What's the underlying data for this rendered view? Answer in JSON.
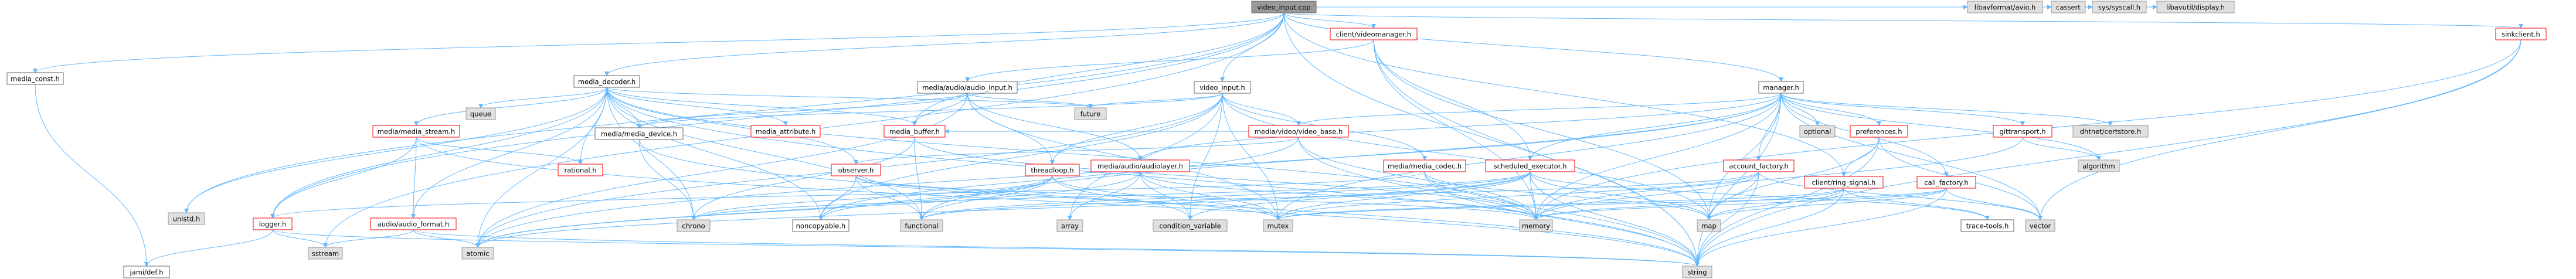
{
  "colors": {
    "edge": "#63b8ff",
    "root_fill": "#999999",
    "root_stroke": "#666666",
    "normal_fill": "#ffffff",
    "normal_stroke": "#666666",
    "linked_stroke": "#ff0000",
    "external_fill": "#e0e0e0",
    "external_stroke": "#999999"
  },
  "nodes": [
    {
      "id": "video_input_cpp",
      "label": "video_input.cpp",
      "kind": "root"
    },
    {
      "id": "media_const_h",
      "label": "media_const.h",
      "kind": "normal"
    },
    {
      "id": "jami_def_h",
      "label": "jami/def.h",
      "kind": "normal"
    },
    {
      "id": "media_decoder_h",
      "label": "media_decoder.h",
      "kind": "normal"
    },
    {
      "id": "queue",
      "label": "queue",
      "kind": "external"
    },
    {
      "id": "media_media_stream_h",
      "label": "media/media_stream.h",
      "kind": "linked"
    },
    {
      "id": "media_media_device_h",
      "label": "media/media_device.h",
      "kind": "normal"
    },
    {
      "id": "media_attribute_h",
      "label": "media_attribute.h",
      "kind": "linked"
    },
    {
      "id": "media_buffer_h",
      "label": "media_buffer.h",
      "kind": "linked"
    },
    {
      "id": "rational_h",
      "label": "rational.h",
      "kind": "linked"
    },
    {
      "id": "observer_h",
      "label": "observer.h",
      "kind": "linked"
    },
    {
      "id": "logger_h",
      "label": "logger.h",
      "kind": "linked"
    },
    {
      "id": "audio_audio_format_h",
      "label": "audio/audio_format.h",
      "kind": "linked"
    },
    {
      "id": "unistd_h",
      "label": "unistd.h",
      "kind": "external"
    },
    {
      "id": "sstream",
      "label": "sstream",
      "kind": "external"
    },
    {
      "id": "atomic",
      "label": "atomic",
      "kind": "external"
    },
    {
      "id": "chrono",
      "label": "chrono",
      "kind": "external"
    },
    {
      "id": "noncopyable_h",
      "label": "noncopyable.h",
      "kind": "normal"
    },
    {
      "id": "functional",
      "label": "functional",
      "kind": "external"
    },
    {
      "id": "media_audio_audio_input_h",
      "label": "media/audio/audio_input.h",
      "kind": "normal"
    },
    {
      "id": "future",
      "label": "future",
      "kind": "external"
    },
    {
      "id": "threadloop_h",
      "label": "threadloop.h",
      "kind": "linked"
    },
    {
      "id": "media_audio_audiolayer_h",
      "label": "media/audio/audiolayer.h",
      "kind": "linked"
    },
    {
      "id": "array",
      "label": "array",
      "kind": "external"
    },
    {
      "id": "condition_variable",
      "label": "condition_variable",
      "kind": "external"
    },
    {
      "id": "mutex",
      "label": "mutex",
      "kind": "external"
    },
    {
      "id": "video_input_h",
      "label": "video_input.h",
      "kind": "normal"
    },
    {
      "id": "media_video_video_base_h",
      "label": "media/video/video_base.h",
      "kind": "linked"
    },
    {
      "id": "media_media_codec_h",
      "label": "media/media_codec.h",
      "kind": "linked"
    },
    {
      "id": "client_videomanager_h",
      "label": "client/videomanager.h",
      "kind": "linked"
    },
    {
      "id": "scheduled_executor_h",
      "label": "scheduled_executor.h",
      "kind": "linked"
    },
    {
      "id": "memory",
      "label": "memory",
      "kind": "external"
    },
    {
      "id": "string",
      "label": "string",
      "kind": "external"
    },
    {
      "id": "map",
      "label": "map",
      "kind": "external"
    },
    {
      "id": "manager_h",
      "label": "manager.h",
      "kind": "normal"
    },
    {
      "id": "optional",
      "label": "optional",
      "kind": "external"
    },
    {
      "id": "account_factory_h",
      "label": "account_factory.h",
      "kind": "linked"
    },
    {
      "id": "preferences_h",
      "label": "preferences.h",
      "kind": "linked"
    },
    {
      "id": "clientring_signal_h",
      "label": "client/ring_signal.h",
      "kind": "linked"
    },
    {
      "id": "call_factory_h",
      "label": "call_factory.h",
      "kind": "linked"
    },
    {
      "id": "trace_tools_h",
      "label": "trace-tools.h",
      "kind": "normal"
    },
    {
      "id": "vector",
      "label": "vector",
      "kind": "external"
    },
    {
      "id": "gittransport_h",
      "label": "gittransport.h",
      "kind": "linked"
    },
    {
      "id": "dhtnet_certstore_h",
      "label": "dhtnet/certstore.h",
      "kind": "external"
    },
    {
      "id": "algorithm",
      "label": "algorithm",
      "kind": "external"
    },
    {
      "id": "sinkclient_h",
      "label": "sinkclient.h",
      "kind": "linked"
    },
    {
      "id": "libavformat_avio_h",
      "label": "libavformat/avio.h",
      "kind": "external"
    },
    {
      "id": "cassert",
      "label": "cassert",
      "kind": "external"
    },
    {
      "id": "sys_syscall_h",
      "label": "sys/syscall.h",
      "kind": "external"
    },
    {
      "id": "libavutil_display_h",
      "label": "libavutil/display.h",
      "kind": "external"
    }
  ],
  "edges": [
    [
      "video_input_cpp",
      "media_const_h"
    ],
    [
      "video_input_cpp",
      "media_decoder_h"
    ],
    [
      "video_input_cpp",
      "media_buffer_h"
    ],
    [
      "video_input_cpp",
      "video_input_h"
    ],
    [
      "video_input_cpp",
      "client_videomanager_h"
    ],
    [
      "video_input_cpp",
      "manager_h"
    ],
    [
      "video_input_cpp",
      "clientring_signal_h"
    ],
    [
      "video_input_cpp",
      "sinkclient_h"
    ],
    [
      "video_input_cpp",
      "logger_h"
    ],
    [
      "video_input_cpp",
      "unistd_h"
    ],
    [
      "video_input_cpp",
      "sstream"
    ],
    [
      "video_input_cpp",
      "libavformat_avio_h"
    ],
    [
      "video_input_cpp",
      "cassert"
    ],
    [
      "video_input_cpp",
      "sys_syscall_h"
    ],
    [
      "video_input_cpp",
      "libavutil_display_h"
    ],
    [
      "video_input_cpp",
      "string"
    ],
    [
      "media_const_h",
      "jami_def_h"
    ],
    [
      "media_decoder_h",
      "queue"
    ],
    [
      "media_decoder_h",
      "media_media_stream_h"
    ],
    [
      "media_decoder_h",
      "media_media_device_h"
    ],
    [
      "media_decoder_h",
      "media_attribute_h"
    ],
    [
      "media_decoder_h",
      "media_buffer_h"
    ],
    [
      "media_decoder_h",
      "rational_h"
    ],
    [
      "media_decoder_h",
      "observer_h"
    ],
    [
      "media_decoder_h",
      "logger_h"
    ],
    [
      "media_decoder_h",
      "audio_audio_format_h"
    ],
    [
      "media_decoder_h",
      "unistd_h"
    ],
    [
      "media_decoder_h",
      "chrono"
    ],
    [
      "media_decoder_h",
      "noncopyable_h"
    ],
    [
      "media_decoder_h",
      "functional"
    ],
    [
      "media_decoder_h",
      "future"
    ],
    [
      "media_decoder_h",
      "atomic"
    ],
    [
      "media_decoder_h",
      "string"
    ],
    [
      "media_decoder_h",
      "memory"
    ],
    [
      "media_media_stream_h",
      "rational_h"
    ],
    [
      "media_media_stream_h",
      "logger_h"
    ],
    [
      "media_media_stream_h",
      "audio_audio_format_h"
    ],
    [
      "media_media_stream_h",
      "string"
    ],
    [
      "media_media_device_h",
      "chrono"
    ],
    [
      "media_media_device_h",
      "string"
    ],
    [
      "media_buffer_h",
      "chrono"
    ],
    [
      "media_buffer_h",
      "memory"
    ],
    [
      "media_buffer_h",
      "functional"
    ],
    [
      "observer_h",
      "functional"
    ],
    [
      "observer_h",
      "noncopyable_h"
    ],
    [
      "observer_h",
      "memory"
    ],
    [
      "observer_h",
      "mutex"
    ],
    [
      "observer_h",
      "set_dummy"
    ],
    [
      "logger_h",
      "jami_def_h"
    ],
    [
      "logger_h",
      "sstream"
    ],
    [
      "logger_h",
      "string"
    ],
    [
      "audio_audio_format_h",
      "sstream"
    ],
    [
      "audio_audio_format_h",
      "string"
    ],
    [
      "audio_audio_format_h",
      "atomic"
    ],
    [
      "media_audio_audio_input_h",
      "future"
    ],
    [
      "media_audio_audio_input_h",
      "threadloop_h"
    ],
    [
      "media_audio_audio_input_h",
      "media_buffer_h"
    ],
    [
      "media_audio_audio_input_h",
      "media_media_device_h"
    ],
    [
      "media_audio_audio_input_h",
      "media_audio_audiolayer_h"
    ],
    [
      "media_audio_audio_input_h",
      "mutex"
    ],
    [
      "media_audio_audio_input_h",
      "atomic"
    ],
    [
      "threadloop_h",
      "functional"
    ],
    [
      "threadloop_h",
      "atomic"
    ],
    [
      "threadloop_h",
      "condition_variable"
    ],
    [
      "threadloop_h",
      "mutex"
    ],
    [
      "threadloop_h",
      "chrono"
    ],
    [
      "threadloop_h",
      "noncopyable_h"
    ],
    [
      "media_audio_audiolayer_h",
      "array"
    ],
    [
      "media_audio_audiolayer_h",
      "condition_variable"
    ],
    [
      "media_audio_audiolayer_h",
      "mutex"
    ],
    [
      "media_audio_audiolayer_h",
      "atomic"
    ],
    [
      "media_audio_audiolayer_h",
      "memory"
    ],
    [
      "video_input_h",
      "noncopyable_h"
    ],
    [
      "video_input_h",
      "future"
    ],
    [
      "video_input_h",
      "media_video_video_base_h"
    ],
    [
      "video_input_h",
      "media_media_device_h"
    ],
    [
      "video_input_h",
      "media_media_codec_h"
    ],
    [
      "video_input_h",
      "threadloop_h"
    ],
    [
      "video_input_h",
      "map"
    ],
    [
      "video_input_h",
      "atomic"
    ],
    [
      "video_input_h",
      "mutex"
    ],
    [
      "video_input_h",
      "condition_variable"
    ],
    [
      "video_input_h",
      "array"
    ],
    [
      "media_video_video_base_h",
      "observer_h"
    ],
    [
      "media_video_video_base_h",
      "noncopyable_h"
    ],
    [
      "media_video_video_base_h",
      "media_buffer_h"
    ],
    [
      "media_video_video_base_h",
      "memory"
    ],
    [
      "media_video_video_base_h",
      "string"
    ],
    [
      "media_media_codec_h",
      "map"
    ],
    [
      "media_media_codec_h",
      "memory"
    ],
    [
      "media_media_codec_h",
      "string"
    ],
    [
      "media_media_codec_h",
      "logger_h"
    ],
    [
      "client_videomanager_h",
      "media_audio_audio_input_h"
    ],
    [
      "client_videomanager_h",
      "scheduled_executor_h"
    ],
    [
      "client_videomanager_h",
      "memory"
    ],
    [
      "client_videomanager_h",
      "map"
    ],
    [
      "client_videomanager_h",
      "string"
    ],
    [
      "scheduled_executor_h",
      "functional"
    ],
    [
      "scheduled_executor_h",
      "mutex"
    ],
    [
      "scheduled_executor_h",
      "atomic"
    ],
    [
      "scheduled_executor_h",
      "string"
    ],
    [
      "scheduled_executor_h",
      "memory"
    ],
    [
      "scheduled_executor_h",
      "map"
    ],
    [
      "scheduled_executor_h",
      "trace_tools_h"
    ],
    [
      "scheduled_executor_h",
      "condition_variable"
    ],
    [
      "scheduled_executor_h",
      "chrono"
    ],
    [
      "manager_h",
      "account_factory_h"
    ],
    [
      "manager_h",
      "call_factory_h"
    ],
    [
      "manager_h",
      "preferences_h"
    ],
    [
      "manager_h",
      "media_audio_audiolayer_h"
    ],
    [
      "manager_h",
      "scheduled_executor_h"
    ],
    [
      "manager_h",
      "gittransport_h"
    ],
    [
      "manager_h",
      "dhtnet_certstore_h"
    ],
    [
      "manager_h",
      "algorithm"
    ],
    [
      "manager_h",
      "optional"
    ],
    [
      "manager_h",
      "memory"
    ],
    [
      "manager_h",
      "mutex"
    ],
    [
      "manager_h",
      "map"
    ],
    [
      "manager_h",
      "string"
    ],
    [
      "manager_h",
      "vector"
    ],
    [
      "manager_h",
      "functional"
    ],
    [
      "manager_h",
      "atomic"
    ],
    [
      "manager_h",
      "media_video_video_base_h"
    ],
    [
      "account_factory_h",
      "functional"
    ],
    [
      "account_factory_h",
      "map"
    ],
    [
      "account_factory_h",
      "memory"
    ],
    [
      "account_factory_h",
      "mutex"
    ],
    [
      "account_factory_h",
      "string"
    ],
    [
      "account_factory_h",
      "vector"
    ],
    [
      "preferences_h",
      "string"
    ],
    [
      "preferences_h",
      "map"
    ],
    [
      "preferences_h",
      "vector"
    ],
    [
      "preferences_h",
      "clientring_signal_h"
    ],
    [
      "clientring_signal_h",
      "map"
    ],
    [
      "clientring_signal_h",
      "memory"
    ],
    [
      "clientring_signal_h",
      "string"
    ],
    [
      "clientring_signal_h",
      "trace_tools_h"
    ],
    [
      "clientring_signal_h",
      "mutex"
    ],
    [
      "call_factory_h",
      "map"
    ],
    [
      "call_factory_h",
      "memory"
    ],
    [
      "call_factory_h",
      "mutex"
    ],
    [
      "call_factory_h",
      "vector"
    ],
    [
      "call_factory_h",
      "string"
    ],
    [
      "gittransport_h",
      "memory"
    ],
    [
      "gittransport_h",
      "algorithm"
    ],
    [
      "sinkclient_h",
      "string"
    ],
    [
      "sinkclient_h",
      "vector"
    ],
    [
      "sinkclient_h",
      "memory"
    ]
  ]
}
